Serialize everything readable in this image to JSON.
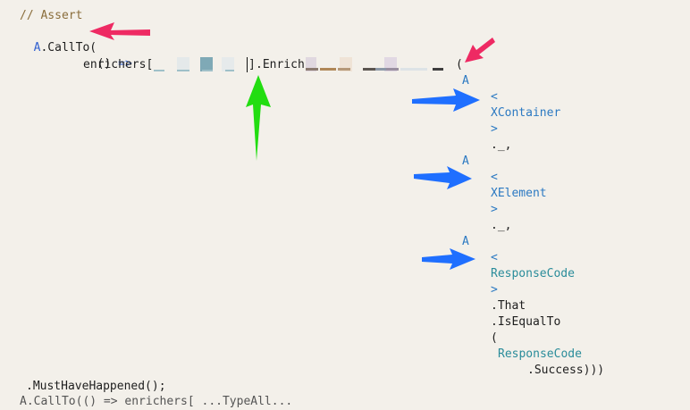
{
  "code": {
    "comment": "// Assert",
    "a_prefix": "A",
    "callto": ".CallTo(",
    "lambda_open": "() ",
    "lambda_arrow": "=>",
    "enrichers": "enrichers[",
    "close_bracket": "]",
    "enrich": ".Enrich",
    "open_paren": "(",
    "col_a1": "A",
    "lt1": "<",
    "xcontainer": "XContainer",
    "gt1": ">",
    "dot1": "._,",
    "col_a2": "A",
    "lt2": "<",
    "xelement": "XElement",
    "gt2": ">",
    "dot2": "._,",
    "col_a3": "A",
    "lt3": "<",
    "responsecode": "ResponseCode",
    "gt3": ">",
    "that": ".That",
    "isequalto": ".IsEqualTo",
    "paren3": "(",
    "responsecode2": "ResponseCode",
    "success": ".Success)))",
    "musthappened": ".MustHaveHappened();",
    "cut_line": "A.CallTo(() => enrichers[ ...TypeAll..."
  },
  "colors": {
    "background": "#f3f0ea",
    "red_arrow": "#ee2a63",
    "green_arrow": "#22dd11",
    "blue_arrow": "#1f6fff"
  }
}
